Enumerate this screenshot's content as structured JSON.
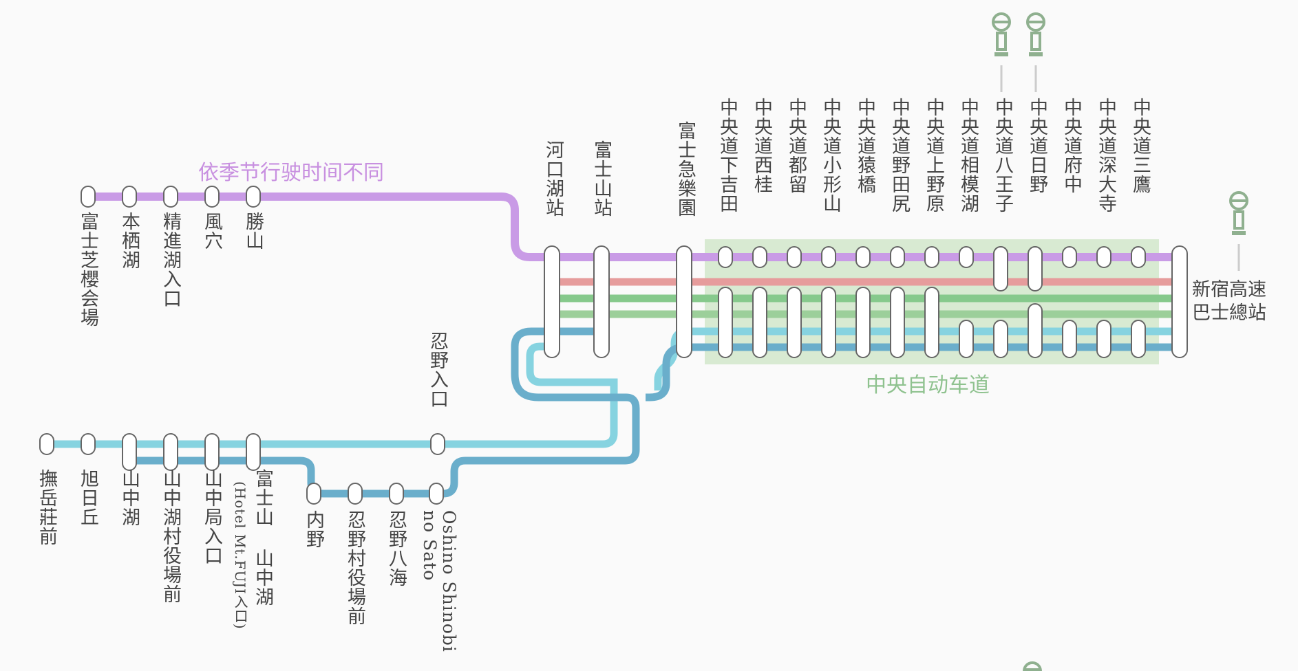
{
  "colors": {
    "purple": "#c99be6",
    "red": "#e69c9c",
    "green": "#86c98c",
    "lightgreen": "#9ccf9a",
    "cyan": "#86d3e0",
    "blue": "#6aaecb",
    "highway_bg": "#d8ead2",
    "bus_icon": "#8fb08f"
  },
  "notes": {
    "seasonal": "依季节行驶时间不同",
    "expressway": "中央自动车道"
  },
  "stations": {
    "shibazakura": "富士芝櫻会場",
    "motosuko": "本栖湖",
    "shojiko_iriguchi": "精進湖入口",
    "fuketsu": "風穴",
    "katsuyama": "勝山",
    "kawaguchiko": "河口湖站",
    "fujisan": "富士山站",
    "fujikyu": "富士急樂園",
    "shimoyoshida": "中央道下吉田",
    "nishikatsura": "中央道西桂",
    "tsuru": "中央道都留",
    "kogatayama": "中央道小形山",
    "saruhashi": "中央道猿橋",
    "nodajiri": "中央道野田尻",
    "uenohara": "中央道上野原",
    "sagamiko": "中央道相模湖",
    "hachioji": "中央道八王子",
    "hino": "中央道日野",
    "fuchu": "中央道府中",
    "jindaiji": "中央道深大寺",
    "mitaka": "中央道三鷹",
    "shinjuku": "新宿高速巴士總站",
    "oshino_iriguchi": "忍野入口",
    "bugakuso": "撫岳莊前",
    "asahigaoka": "旭日丘",
    "yamanakako": "山中湖",
    "yamanakako_village": "山中湖村役場前",
    "yamanaka_post": "山中局入口",
    "fujisan_yamanakako": "富士山 山中湖",
    "fujisan_yamanakako_sub": "(Hotel Mt.FUJI入口)",
    "uchino": "内野",
    "oshino_village": "忍野村役場前",
    "oshino_hakkai": "忍野八海",
    "oshino_sato": "Oshino Shinobi no Sato"
  },
  "icons": {
    "bus_stop": "bus-stop-icon"
  }
}
